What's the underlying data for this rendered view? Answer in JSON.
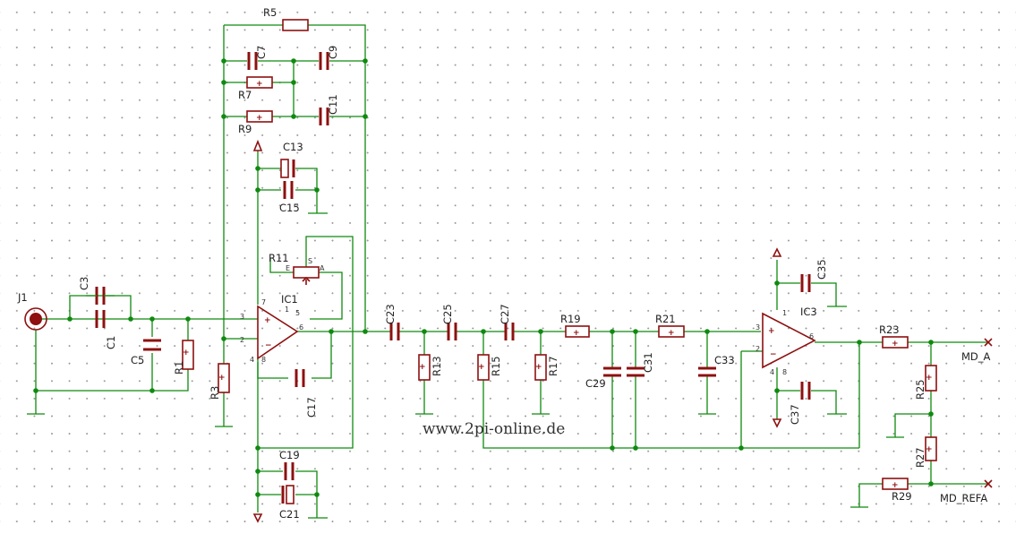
{
  "title": "",
  "url": "www.2pi-online.de",
  "components": {
    "J1": "J1",
    "C1": "C1",
    "C3": "C3",
    "C5": "C5",
    "R1": "R1",
    "R3": "R3",
    "R5": "R5",
    "C7": "C7",
    "C9": "C9",
    "R7": "R7",
    "R9": "R9",
    "C11": "C11",
    "C13": "C13",
    "C15": "C15",
    "R11": "R11",
    "IC1": "IC1",
    "C17": "C17",
    "C19": "C19",
    "C21": "C21",
    "C23": "C23",
    "C25": "C25",
    "C27": "C27",
    "R13": "R13",
    "R15": "R15",
    "R17": "R17",
    "R19": "R19",
    "R21": "R21",
    "C29": "C29",
    "C31": "C31",
    "C33": "C33",
    "IC3": "IC3",
    "C35": "C35",
    "C37": "C37",
    "R23": "R23",
    "R25": "R25",
    "R27": "R27",
    "R29": "R29"
  },
  "nets": {
    "out_a": "MD_A",
    "out_refa": "MD_REFA"
  },
  "pot_pins": {
    "e": "E",
    "s": "S",
    "a": "A"
  },
  "ic1_pins": {
    "p3": "3",
    "p2": "2",
    "p7": "7",
    "p4": "4",
    "p8": "8",
    "p1": "1",
    "p5": "5",
    "p6": "6"
  },
  "ic3_pins": {
    "p3": "3",
    "p2": "2",
    "p1": "1",
    "p4": "4",
    "p8": "8",
    "p6": "6"
  },
  "colors": {
    "wire": "#0f8a0f",
    "part": "#8e1010",
    "grid": "#9a9a9a"
  }
}
